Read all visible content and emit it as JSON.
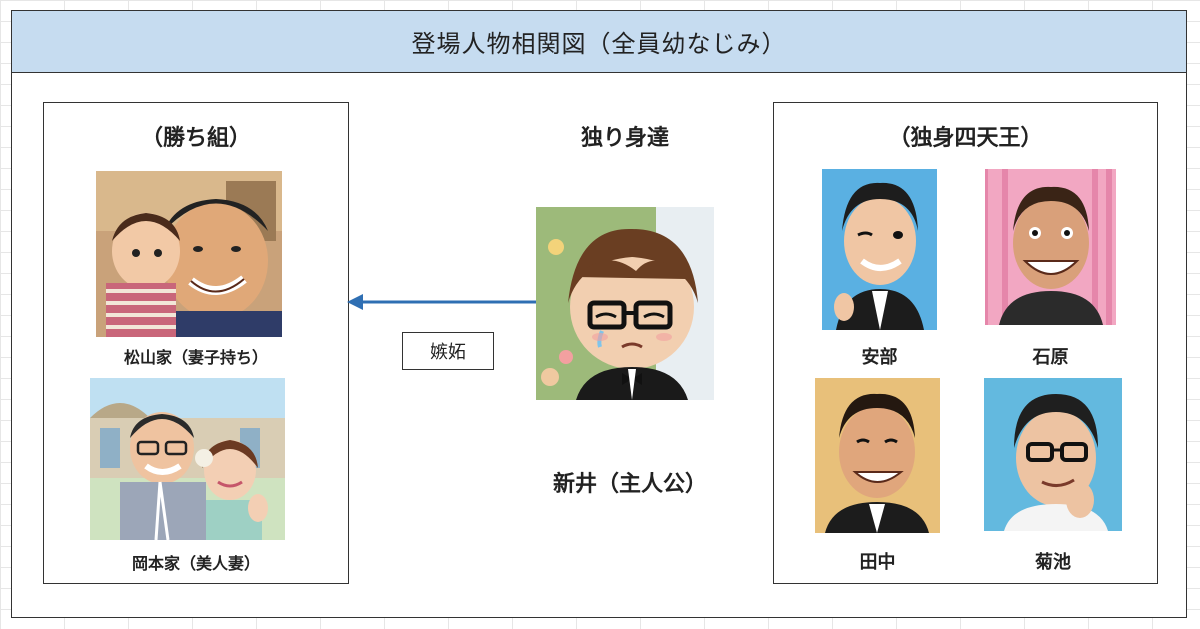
{
  "title": "登場人物相関図（全員幼なじみ）",
  "colors": {
    "title_bg": "#c6dcf0",
    "arrow": "#2f6fb3",
    "border": "#333333"
  },
  "winners": {
    "heading": "（勝ち組）",
    "members": [
      {
        "caption": "松山家（妻子持ち）",
        "icon": "father-and-child-portrait"
      },
      {
        "caption": "岡本家（美人妻）",
        "icon": "wedding-couple-portrait"
      }
    ]
  },
  "singles": {
    "heading": "独り身達",
    "protagonist_caption": "新井（主人公）",
    "protagonist_icon": "crying-boy-portrait"
  },
  "relation": {
    "label": "嫉妬",
    "direction": "left"
  },
  "four_kings": {
    "heading": "（独身四天王）",
    "members": [
      {
        "name": "安部",
        "icon": "winking-man-portrait"
      },
      {
        "name": "石原",
        "icon": "grinning-man-portrait"
      },
      {
        "name": "田中",
        "icon": "smiling-man-portrait"
      },
      {
        "name": "菊池",
        "icon": "glasses-man-portrait"
      }
    ]
  }
}
